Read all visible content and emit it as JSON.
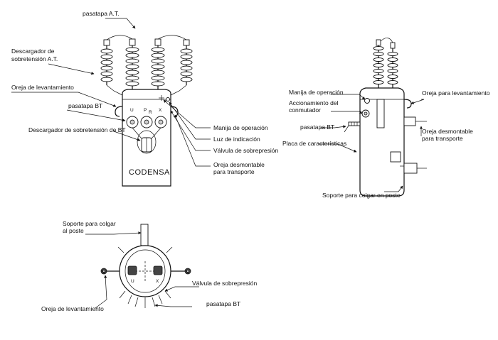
{
  "front_view": {
    "brand": "CODENSA",
    "terminal_u": "U",
    "terminal_p": "P",
    "terminal_r": "R",
    "terminal_x": "X",
    "labels": {
      "pasatapa_at": "pasatapa A.T.",
      "descargador_at_1": "Descargador de",
      "descargador_at_2": "sobretensión A.T.",
      "oreja_levantamiento": "Oreja de levantamiento",
      "pasatapa_bt": "pasatapa BT",
      "descargador_bt": "Descargador de sobretensión de BT",
      "manija_operacion": "Manija de operación",
      "luz_indicacion": "Luz de indicación",
      "valvula_sobrepresion": "Válvula de sobrepresión",
      "oreja_desmontable_1": "Oreja desmontable",
      "oreja_desmontable_2": "para transporte"
    }
  },
  "side_view": {
    "labels": {
      "manija_operacion": "Manija de operación",
      "accionamiento_1": "Accionamiento del",
      "accionamiento_2": "conmutador",
      "pasatapa_bt": "pasatapa BT",
      "placa": "Placa de características",
      "oreja_levantamiento": "Oreja para levantamiento",
      "oreja_desmontable_1": "Oreja desmontable",
      "oreja_desmontable_2": "para transporte",
      "soporte_poste": "Soporte para colgar en poste"
    }
  },
  "top_view": {
    "terminal_u": "U",
    "terminal_x": "X",
    "labels": {
      "soporte_1": "Soporte para colgar",
      "soporte_2": "al poste",
      "valvula_sobrepresion": "Válvula de sobrepresión",
      "oreja_levantamiento": "Oreja de levantamiento",
      "pasatapa_bt": "pasatapa BT"
    }
  }
}
